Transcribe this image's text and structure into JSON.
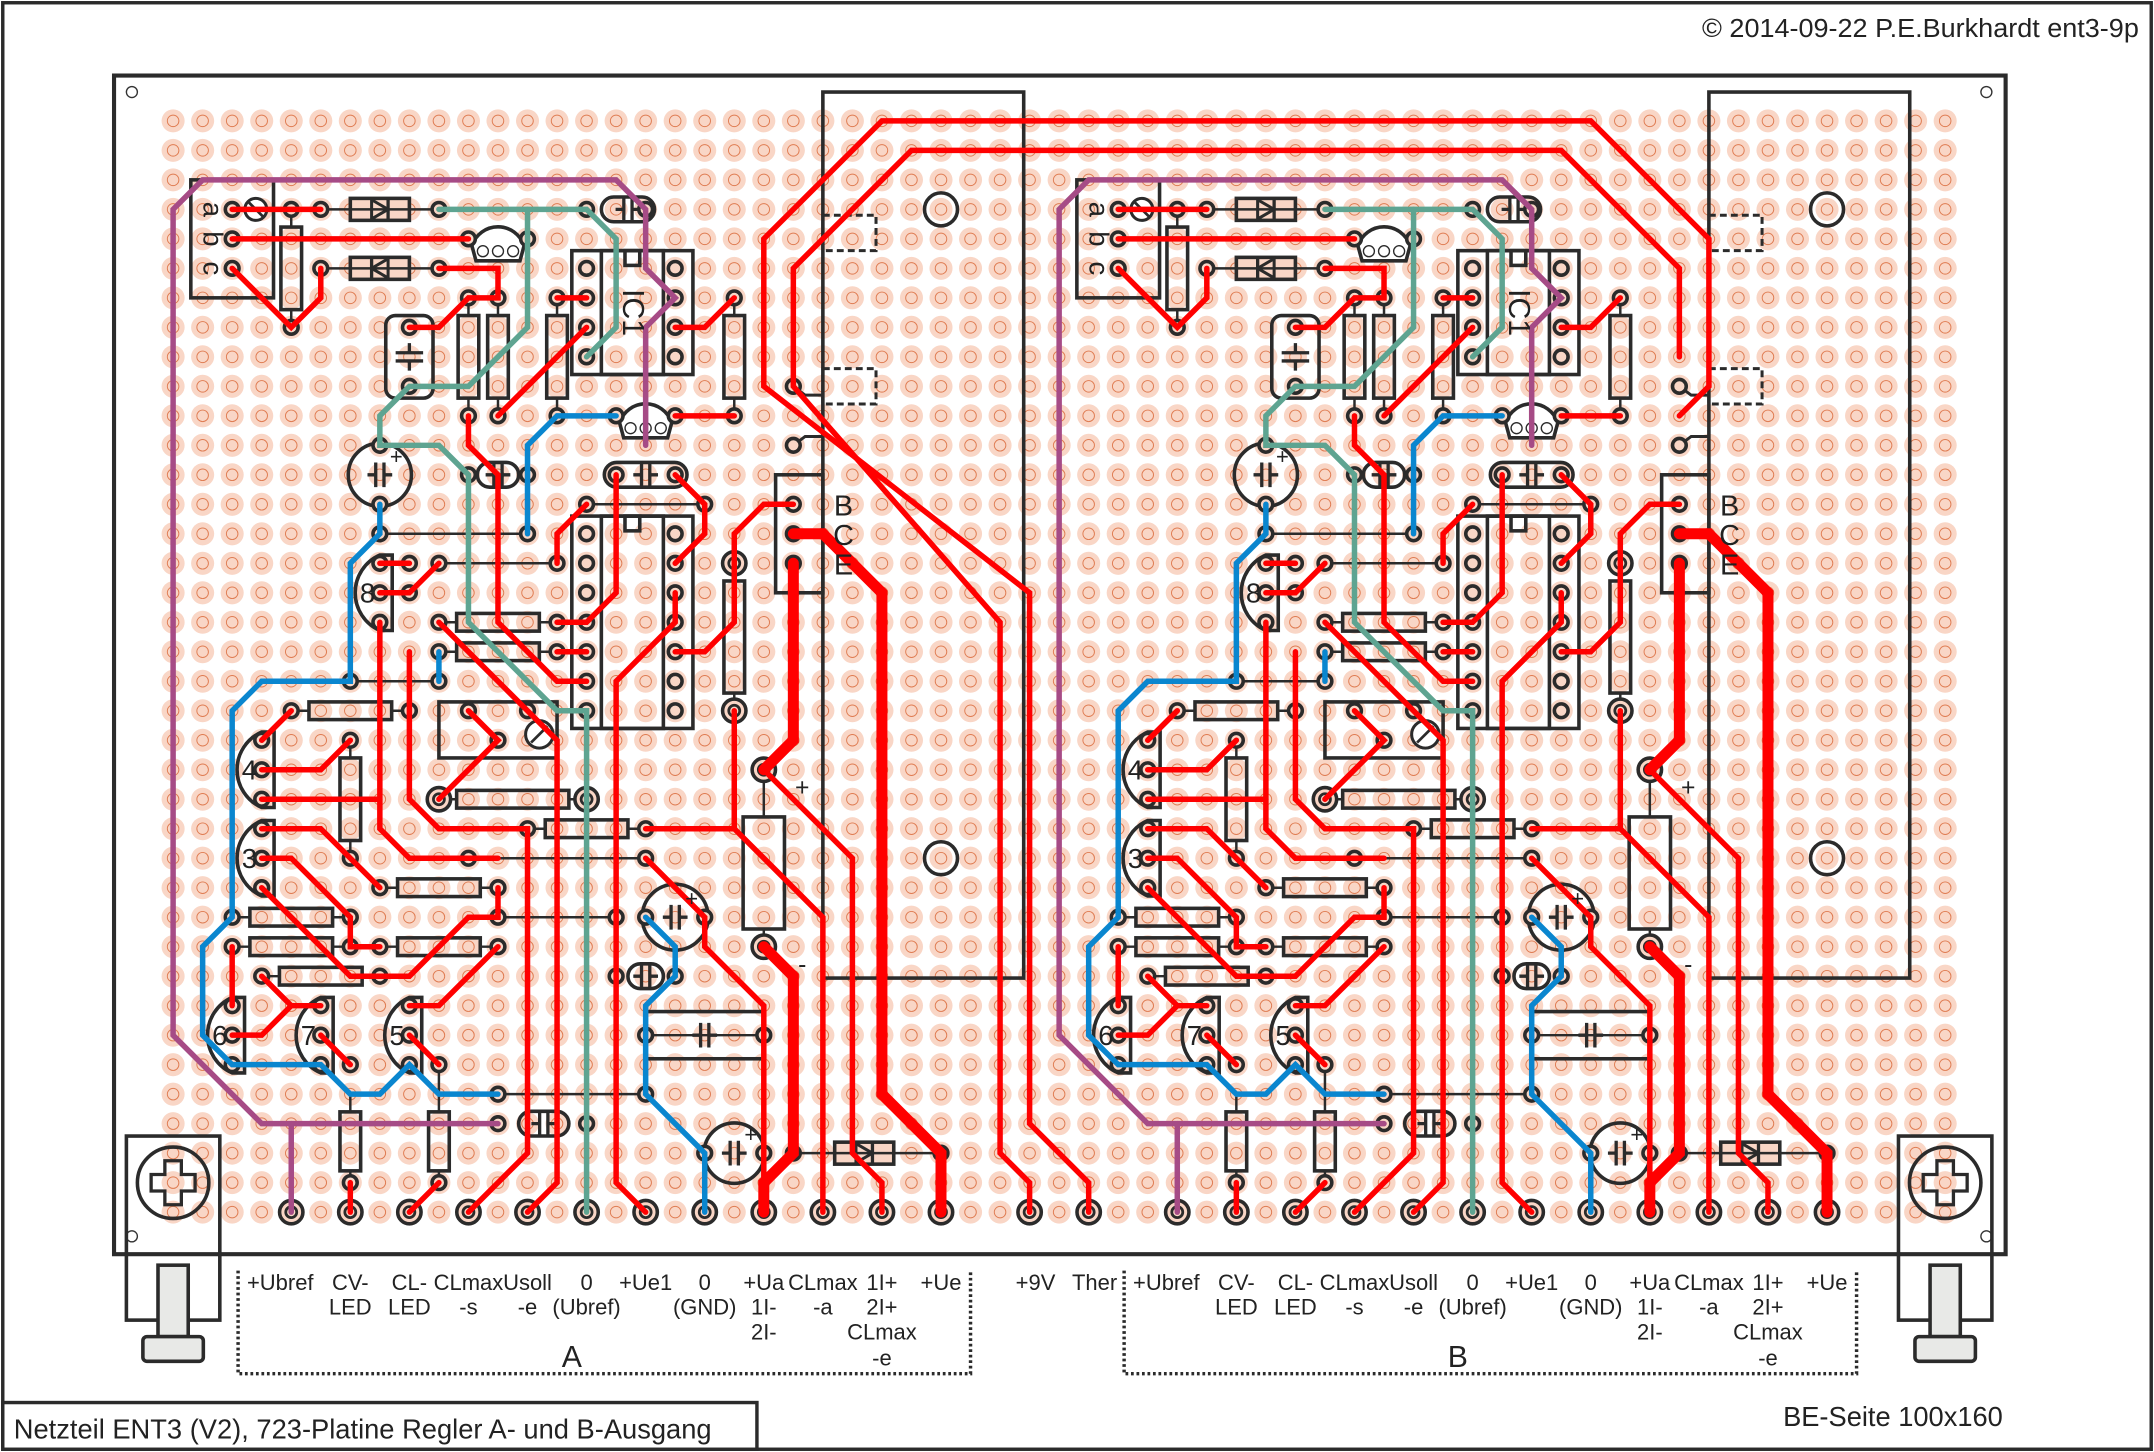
{
  "header": {
    "copyright": "© 2014-09-22 P.E.Burkhardt ent3-9p"
  },
  "footer": {
    "title": "Netzteil ENT3 (V2), 723-Platine Regler A- und B-Ausgang",
    "side": "BE-Seite 100x160"
  },
  "terminals": {
    "A": {
      "name": "A",
      "pins": [
        {
          "lines": [
            "+Ubref"
          ]
        },
        {
          "lines": [
            "CV-",
            "LED"
          ]
        },
        {
          "lines": [
            "CL-",
            "LED"
          ]
        },
        {
          "lines": [
            "CLmax",
            "-s"
          ]
        },
        {
          "lines": [
            "Usoll",
            "-e"
          ]
        },
        {
          "lines": [
            "0",
            "(Ubref)"
          ]
        },
        {
          "lines": [
            "+Ue1"
          ]
        },
        {
          "lines": [
            "0",
            "(GND)"
          ]
        },
        {
          "lines": [
            "+Ua",
            "1I-",
            "2I-"
          ]
        },
        {
          "lines": [
            "CLmax",
            "-a"
          ]
        },
        {
          "lines": [
            "1I+",
            "2I+",
            "CLmax",
            "-e"
          ]
        },
        {
          "lines": [
            "+Ue"
          ]
        }
      ]
    },
    "B": {
      "name": "B",
      "pins": [
        {
          "lines": [
            "+Ubref"
          ]
        },
        {
          "lines": [
            "CV-",
            "LED"
          ]
        },
        {
          "lines": [
            "CL-",
            "LED"
          ]
        },
        {
          "lines": [
            "CLmax",
            "-s"
          ]
        },
        {
          "lines": [
            "Usoll",
            "-e"
          ]
        },
        {
          "lines": [
            "0",
            "(Ubref)"
          ]
        },
        {
          "lines": [
            "+Ue1"
          ]
        },
        {
          "lines": [
            "0",
            "(GND)"
          ]
        },
        {
          "lines": [
            "+Ua",
            "1I-",
            "2I-"
          ]
        },
        {
          "lines": [
            "CLmax",
            "-a"
          ]
        },
        {
          "lines": [
            "1I+",
            "2I+",
            "CLmax",
            "-e"
          ]
        },
        {
          "lines": [
            "+Ue"
          ]
        }
      ]
    },
    "shared": [
      {
        "lines": [
          "+9V"
        ]
      },
      {
        "lines": [
          "Ther"
        ]
      }
    ]
  },
  "components": {
    "ic1_label": "IC1",
    "connector_labels": [
      "a",
      "b",
      "c"
    ],
    "power_transistor_pins": [
      "B",
      "C",
      "E"
    ],
    "transistor_numbers": {
      "t8": "8",
      "t4": "4",
      "t3": "3",
      "t6": "6",
      "t7": "7",
      "t5": "5"
    },
    "polarity": {
      "plus": "+",
      "minus": "-"
    }
  },
  "colors": {
    "trace_red": "#ff0000",
    "trace_purple": "#a64b86",
    "trace_green": "#5ea491",
    "trace_blue": "#0a86cf",
    "outline": "#2b2b2b",
    "pad": "#f9d6c6",
    "pad_ring": "#df7c52"
  }
}
